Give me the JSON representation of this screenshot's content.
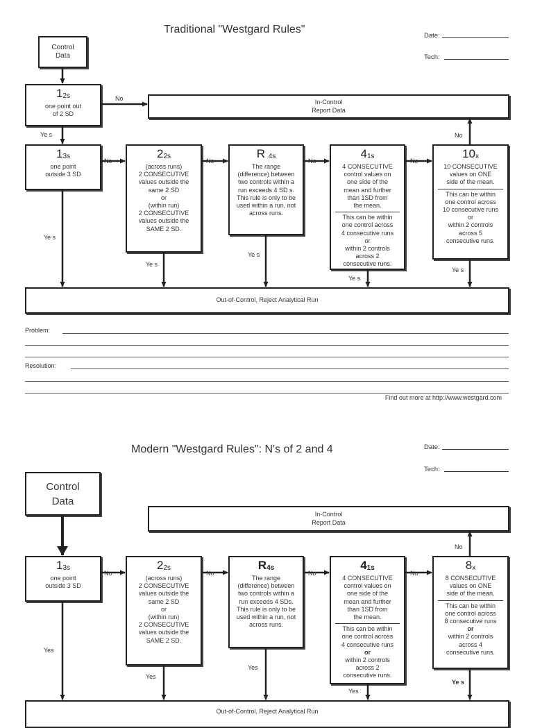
{
  "traditional": {
    "title": "Traditional \"Westgard Rules\"",
    "date_label": "Date:",
    "tech_label": "Tech:",
    "control_data": [
      "Control",
      "Data"
    ],
    "rule_12s": {
      "num": "1",
      "sub": "2s",
      "lines": [
        "one point out",
        "of 2 SD"
      ]
    },
    "in_control": [
      "In-Control",
      "Report Data"
    ],
    "rules": [
      {
        "num": "1",
        "sub": "3s",
        "lines": [
          "one point",
          "outside 3 SD"
        ],
        "lines2": []
      },
      {
        "num": "2",
        "sub": "2s",
        "lines": [
          "(across runs)",
          "2 CONSECUTIVE",
          "values outside the",
          "same 2 SD",
          "or",
          "(within run)",
          "2 CONSECUTIVE",
          "values outside the",
          "SAME 2 SD."
        ],
        "lines2": []
      },
      {
        "num": "R ",
        "sub": "4s",
        "lines": [
          "The range",
          "(difference) between",
          "two controls within a",
          "run exceeds 4 SD    s.",
          "This rule is only to be",
          "used within a run, not",
          "across runs."
        ],
        "lines2": []
      },
      {
        "num": "4",
        "sub": "1s",
        "lines": [
          "4 CONSECUTIVE",
          "control values on",
          "one side of the",
          "mean and further",
          "than 1SD from",
          "the mean."
        ],
        "lines2": [
          "This can be within",
          "one control across",
          "4 consecutive runs",
          "or",
          "within 2 controls",
          "across 2",
          "consecutive runs."
        ]
      },
      {
        "num": "10",
        "sub": "x",
        "lines": [
          "10 CONSECUTIVE",
          "values on ONE",
          "side of the mean."
        ],
        "lines2": [
          "This can be within",
          "one control across",
          "10 consecutive runs",
          "or",
          "within 2 controls",
          "across 5",
          "consecutive runs."
        ]
      }
    ],
    "no_label": "No",
    "yes_label": "Ye s",
    "out_of_control": "Out-of-Control, Reject Analytical Run",
    "problem_label": "Problem:",
    "resolution_label": "Resolution:",
    "footer": "Find out more at http://www.westgard.com"
  },
  "modern": {
    "title": "Modern \"Westgard Rules\": N's of 2 and 4",
    "date_label": "Date:",
    "tech_label": "Tech:",
    "control_data": [
      "Control",
      "Data"
    ],
    "in_control": [
      "In-Control",
      "Report Data"
    ],
    "rules": [
      {
        "num": "1",
        "sub": "3s",
        "lines": [
          "one point",
          "outside 3 SD"
        ],
        "lines2": []
      },
      {
        "num": "2",
        "sub": "2s",
        "lines": [
          "(across runs)",
          "2 CONSECUTIVE",
          "values outside the",
          "same 2 SD",
          "or",
          "(within run)",
          "2 CONSECUTIVE",
          "values outside the",
          "SAME 2 SD."
        ],
        "lines2": []
      },
      {
        "num": "R",
        "sub": "4s",
        "lines": [
          "The range",
          "(difference) between",
          "two controls within a",
          "run exceeds 4 SDs.",
          "This rule is only to be",
          "used within a run, not",
          "across runs."
        ],
        "lines2": []
      },
      {
        "num": "4",
        "sub": "1s",
        "lines": [
          "4 CONSECUTIVE",
          "control values on",
          "one side of the",
          "mean and further",
          "than 1SD from",
          "the mean."
        ],
        "lines2": [
          "This can be within",
          "one control across",
          "4 consecutive runs",
          "or",
          "within 2 controls",
          "across 2",
          "consecutive runs."
        ]
      },
      {
        "num": "8",
        "sub": "x",
        "lines": [
          "8 CONSECUTIVE",
          "values on ONE",
          "side of the mean."
        ],
        "lines2": [
          "This can be within",
          "one control across",
          "8 consecutive runs",
          "or",
          "within 2 controls",
          "across 4",
          "consecutive runs."
        ]
      }
    ],
    "no_label": "No",
    "yes_label": "Yes",
    "yes_label_bold": "Ye s",
    "out_of_control": "Out-of-Control, Reject Analytical Run"
  }
}
